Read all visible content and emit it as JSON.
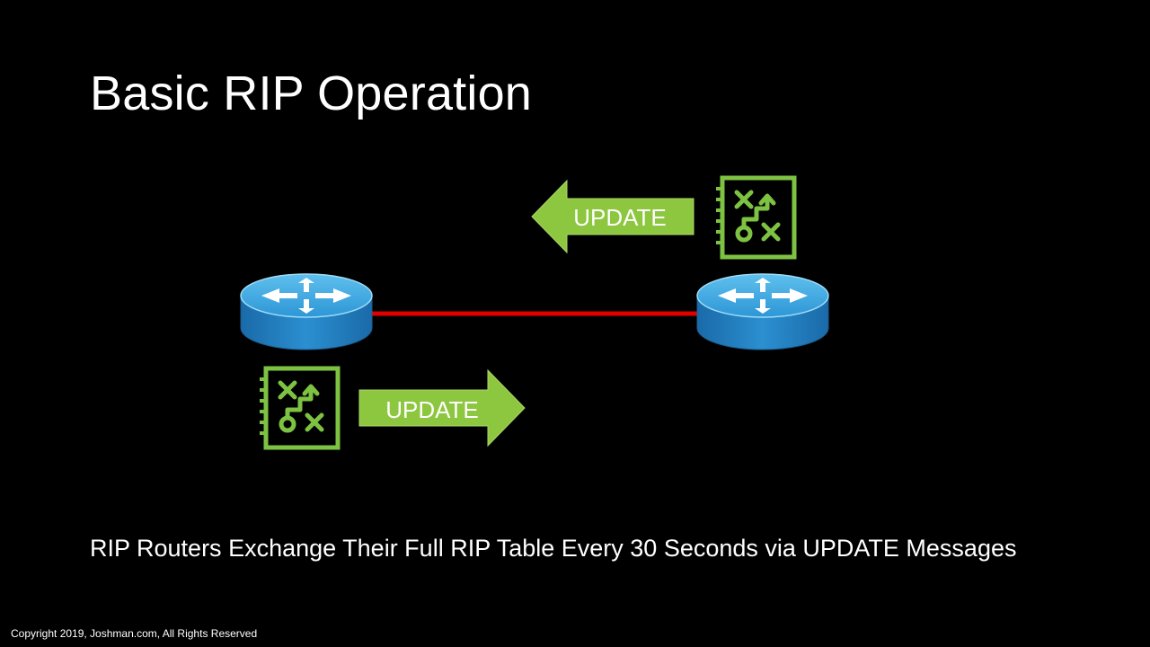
{
  "slide": {
    "title": "Basic RIP Operation",
    "caption": "RIP Routers Exchange Their Full RIP Table Every 30 Seconds via UPDATE Messages",
    "copyright": "Copyright 2019, Joshman.com, All Rights Reserved"
  },
  "diagram": {
    "update_left_label": "UPDATE",
    "update_right_label": "UPDATE",
    "colors": {
      "link": "#e00000",
      "arrow_fill": "#8dc63f",
      "arrow_text": "#ffffff",
      "table_icon": "#7dc242",
      "router_top": "#3aa4dd",
      "router_side": "#1f7fc0",
      "background": "#000000"
    },
    "icons": [
      "router-icon",
      "routing-table-icon",
      "arrow-left-icon",
      "arrow-right-icon"
    ]
  }
}
